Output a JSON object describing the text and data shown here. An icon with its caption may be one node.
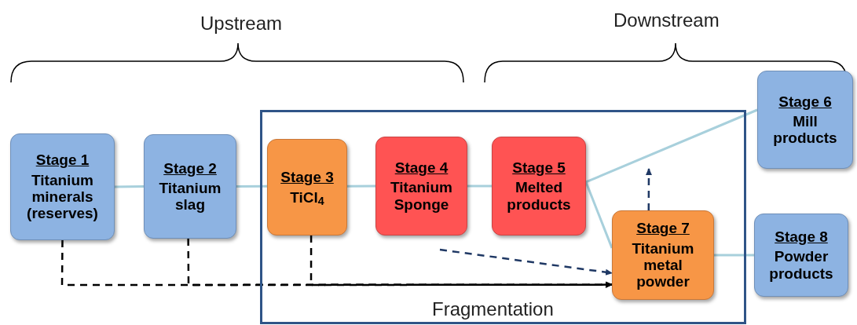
{
  "diagram": {
    "nodes": [
      {
        "text": [
          "Stage 1",
          "Titanium minerals (reserves)"
        ]
      },
      {
        "text": [
          "Stage 2",
          "Titanium slag"
        ]
      },
      {
        "text": [
          "Fragmentation"
        ]
      },
      {
        "text": [
          "Stage 3",
          "TiCl$_{4}$"
        ],
        "in": 2
      },
      {
        "text": [
          "Stage 4",
          "Titanium Sponge"
        ],
        "in": 2
      },
      {
        "text": [
          "Stage 5",
          "Melted products"
        ],
        "in": 2
      },
      {
        "text": [
          "Stage 6",
          "Mill products"
        ]
      },
      {
        "text": [
          "Stage 7",
          "Titanium metal powder"
        ],
        "in": 2
      },
      {
        "text": [
          "Stage 8",
          "Powder products"
        ]
      }
    ],
    "edges": [
      {
        "from": 0,
        "to": 1,
        "arrow": "none"
      },
      {
        "from": 1,
        "to": 3,
        "arrow": "none"
      },
      {
        "from": 3,
        "to": 4,
        "arrow": "none"
      },
      {
        "from": 4,
        "to": 5,
        "arrow": "none"
      },
      {
        "from": 5,
        "to": 6,
        "arrow": "none"
      },
      {
        "from": 5,
        "to": 7,
        "arrow": "none"
      },
      {
        "from": 7,
        "to": 8,
        "arrow": "none"
      },
      {
        "from": 0,
        "to": 7,
        "arrow": "to",
        "style": "dashed",
        "color": "#000000"
      },
      {
        "from": 1,
        "to": 7,
        "arrow": "to",
        "style": "dashed",
        "color": "#000000"
      },
      {
        "from": 3,
        "to": 7,
        "arrow": "to",
        "style": "dashed",
        "color": "#000000"
      },
      {
        "from": null,
        "to": 7,
        "arrow": "to",
        "style": "dashed",
        "color": "#1f3864"
      },
      {
        "from": 7,
        "to": null,
        "arrow": "to",
        "style": "dashed",
        "color": "#1f3864"
      }
    ],
    "labels": [
      "Upstream",
      "Downstream"
    ]
  }
}
